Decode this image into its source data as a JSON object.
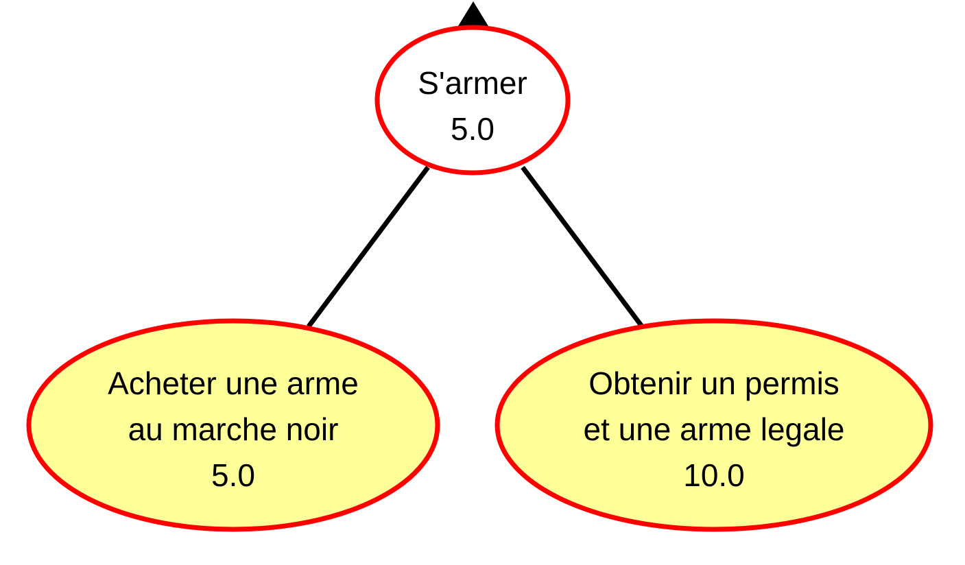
{
  "diagram": {
    "root": {
      "label": "S'armer",
      "value": "5.0",
      "fill": "#ffffff",
      "stroke": "#ff0000"
    },
    "children": [
      {
        "line1": "Acheter une arme",
        "line2": "au marche noir",
        "value": "5.0",
        "fill": "#ffff99",
        "stroke": "#ff0000"
      },
      {
        "line1": "Obtenir un permis",
        "line2": "et une arme legale",
        "value": "10.0",
        "fill": "#ffff99",
        "stroke": "#ff0000"
      }
    ],
    "edge_color": "#000000",
    "arrow_color": "#000000"
  }
}
